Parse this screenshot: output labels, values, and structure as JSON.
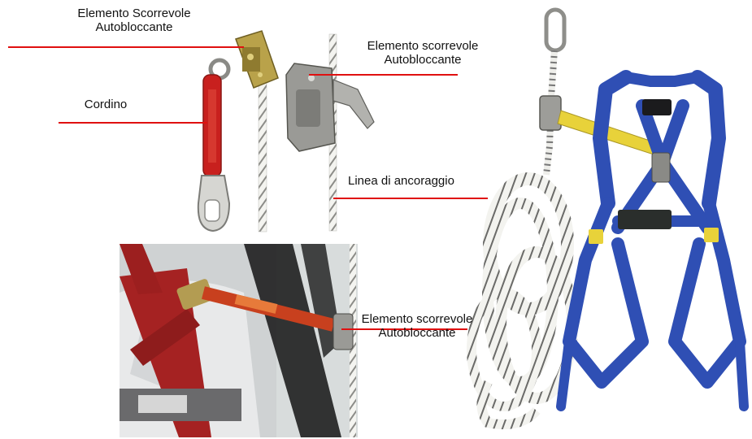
{
  "labels": {
    "slider_top_left": {
      "line1": "Elemento Scorrevole",
      "line2": "Autobloccante"
    },
    "slider_top_center": {
      "line1": "Elemento scorrevole",
      "line2": "Autobloccante"
    },
    "lanyard": "Cordino",
    "anchor_line": "Linea di ancoraggio",
    "slider_bottom": {
      "line1": "Elemento scorrevole",
      "line2": "Autobloccante"
    }
  },
  "colors": {
    "leader_line": "#e01010",
    "lanyard_red": "#c8201e",
    "harness_blue": "#2f4fb4",
    "rope_white": "#f2f2ee",
    "metal": "#9a9a96",
    "brass": "#b9a24a",
    "yellow_strap": "#e8d23a"
  },
  "icons": [
    "carabiner-icon",
    "rope-icon",
    "harness-icon",
    "fall-arrester-icon",
    "snap-hook-icon"
  ]
}
